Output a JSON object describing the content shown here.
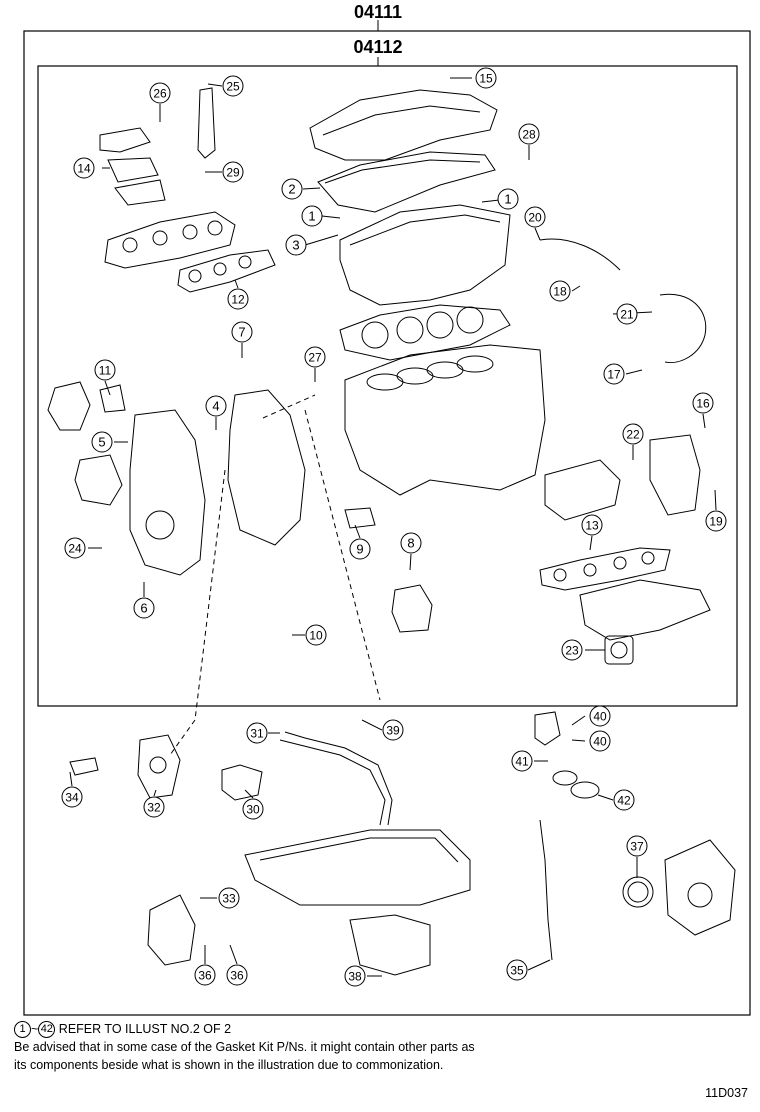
{
  "labels": {
    "outer_kit": "04111",
    "inner_kit": "04112"
  },
  "callouts": [
    {
      "num": "1"
    },
    {
      "num": "1"
    },
    {
      "num": "2"
    },
    {
      "num": "3"
    },
    {
      "num": "4"
    },
    {
      "num": "5"
    },
    {
      "num": "6"
    },
    {
      "num": "7"
    },
    {
      "num": "8"
    },
    {
      "num": "9"
    },
    {
      "num": "10"
    },
    {
      "num": "11"
    },
    {
      "num": "12"
    },
    {
      "num": "13"
    },
    {
      "num": "14"
    },
    {
      "num": "15"
    },
    {
      "num": "16"
    },
    {
      "num": "17"
    },
    {
      "num": "18"
    },
    {
      "num": "19"
    },
    {
      "num": "20"
    },
    {
      "num": "21"
    },
    {
      "num": "22"
    },
    {
      "num": "23"
    },
    {
      "num": "24"
    },
    {
      "num": "25"
    },
    {
      "num": "26"
    },
    {
      "num": "27"
    },
    {
      "num": "28"
    },
    {
      "num": "29"
    },
    {
      "num": "30"
    },
    {
      "num": "31"
    },
    {
      "num": "32"
    },
    {
      "num": "33"
    },
    {
      "num": "34"
    },
    {
      "num": "35"
    },
    {
      "num": "36"
    },
    {
      "num": "36"
    },
    {
      "num": "37"
    },
    {
      "num": "38"
    },
    {
      "num": "39"
    },
    {
      "num": "40"
    },
    {
      "num": "40"
    },
    {
      "num": "41"
    },
    {
      "num": "42"
    }
  ],
  "footer": {
    "range_start": "1",
    "range_sep": "~",
    "range_end": "42",
    "refer_text": "REFER TO ILLUST NO.2 OF 2",
    "note_line1": "Be advised that in some case of the Gasket Kit P/Ns.  it might contain other parts as",
    "note_line2": "its components beside what is shown in the illustration due to commonization."
  },
  "illustration_code": "11D037"
}
